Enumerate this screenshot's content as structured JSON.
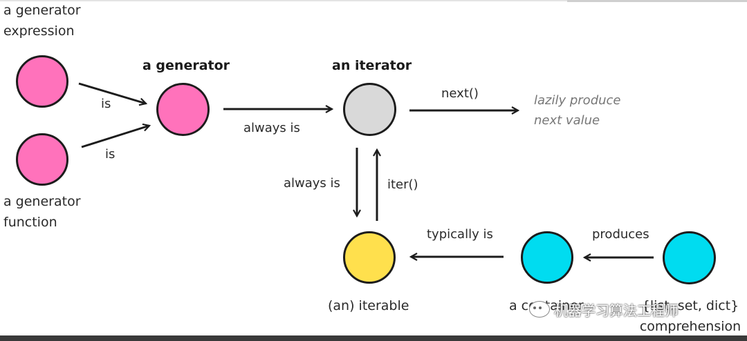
{
  "nodes": {
    "gen_expr": {
      "label": "a generator\nexpression",
      "color": "#ff72bb"
    },
    "gen_func": {
      "label": "a generator\nfunction",
      "color": "#ff72bb"
    },
    "generator": {
      "label": "a generator",
      "color": "#ff72bb"
    },
    "iterator": {
      "label": "an iterator",
      "color": "#d9d9d9"
    },
    "iterable": {
      "label": "(an) iterable",
      "color": "#ffe04d"
    },
    "container": {
      "label": "a container",
      "color": "#00dcf0"
    },
    "comprehension": {
      "label": "{list, set, dict}\ncomprehension",
      "color": "#00dcf0"
    }
  },
  "edges": {
    "expr_is": "is",
    "func_is": "is",
    "gen_always_is": "always is",
    "iter_next": "next()",
    "iter_always_is": "always is",
    "iterable_iter": "iter()",
    "container_typically_is": "typically is",
    "comprehension_produces": "produces"
  },
  "annotation": "lazily produce\nnext value",
  "watermark": "机器学习算法工程师"
}
